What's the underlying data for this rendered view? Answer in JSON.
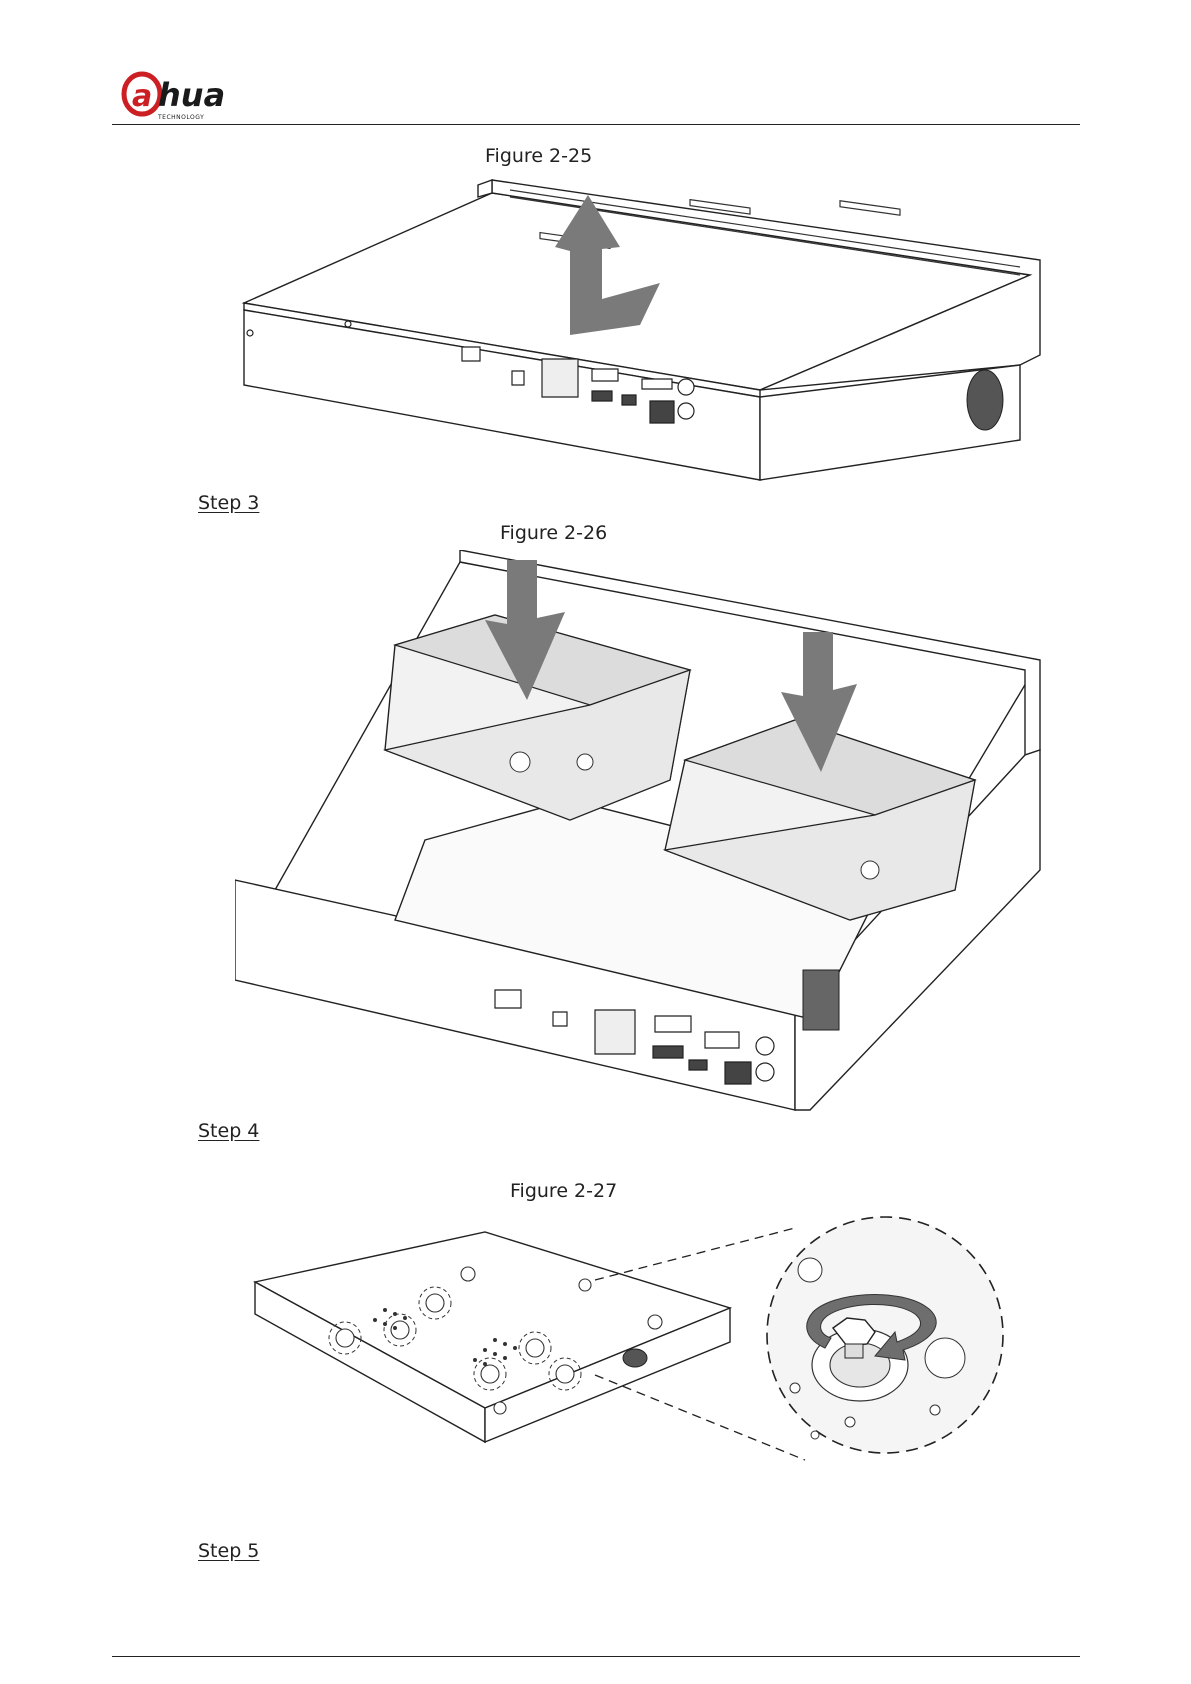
{
  "header": {
    "logo_text": "alhua",
    "logo_subtext": "TECHNOLOGY",
    "brand_color": "#cc1f24"
  },
  "figures": [
    {
      "caption": "Figure 2-25"
    },
    {
      "caption": "Figure 2-26"
    },
    {
      "caption": "Figure 2-27"
    }
  ],
  "steps": [
    {
      "label": "Step 3"
    },
    {
      "label": "Step 4"
    },
    {
      "label": "Step 5"
    }
  ],
  "icons": [
    "up-arrow-icon",
    "down-arrow-icon",
    "rotate-arrow-icon"
  ]
}
